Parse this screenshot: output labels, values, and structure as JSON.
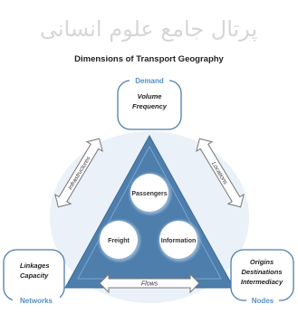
{
  "watermark": {
    "text": "پرتال جامع علوم انسانی"
  },
  "title": "Dimensions of Transport Geography",
  "corners": {
    "demand": {
      "heading": "Demand",
      "lines": [
        "Volume",
        "Frequency"
      ]
    },
    "networks": {
      "heading": "Networks",
      "lines": [
        "Linkages",
        "Capacity"
      ]
    },
    "nodes": {
      "heading": "Nodes",
      "lines": [
        "Origins",
        "Destinations",
        "Intermediacy"
      ]
    }
  },
  "arrows": {
    "left": "Infrastructures",
    "right": "Locations",
    "bottom": "Flows"
  },
  "circles": {
    "top": "Passengers",
    "left": "Freight",
    "right": "Information"
  },
  "colors": {
    "triangle_fill": "#4d7eac",
    "circle_fill": "#ffffff",
    "ring_shadow": "#8fb1d0",
    "box_border": "#4d7eac",
    "heading": "#5a8fc2",
    "arrow_fill": "#ffffff",
    "arrow_stroke": "#777777",
    "watermark": "#d4d4d4"
  }
}
